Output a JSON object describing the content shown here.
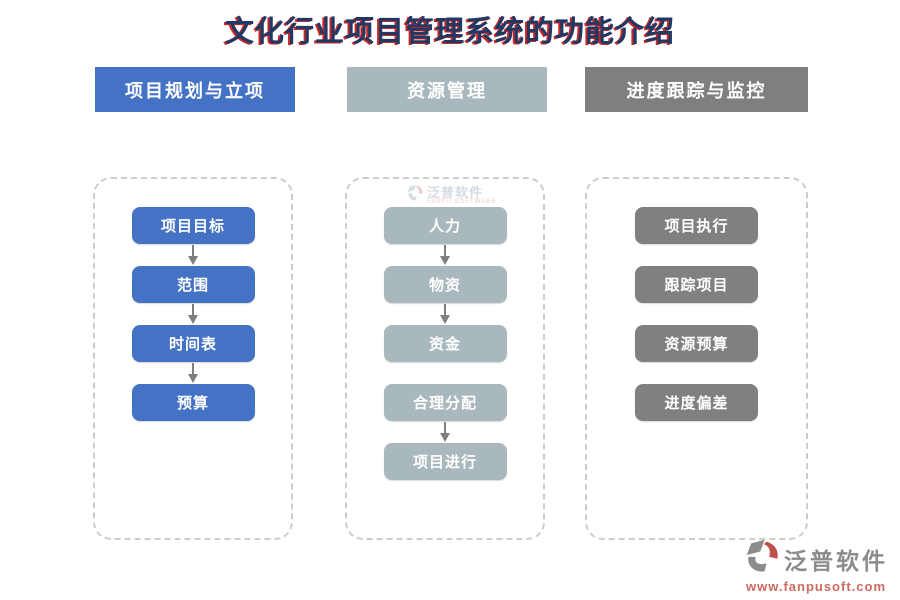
{
  "title": "文化行业项目管理系统的功能介绍",
  "title_color": "#1F3864",
  "title_shadow_color": "#C00000",
  "columns": [
    {
      "header": "项目规划与立项",
      "header_color": "#4472C4",
      "button_color": "#4472C4",
      "items": [
        {
          "label": "项目目标",
          "arrow_after": true
        },
        {
          "label": "范围",
          "arrow_after": true
        },
        {
          "label": "时间表",
          "arrow_after": true
        },
        {
          "label": "预算",
          "arrow_after": false
        }
      ]
    },
    {
      "header": "资源管理",
      "header_color": "#A8B8BC",
      "button_color": "#A8B8BC",
      "items": [
        {
          "label": "人力",
          "arrow_after": true
        },
        {
          "label": "物资",
          "arrow_after": true
        },
        {
          "label": "资金",
          "arrow_after": false
        },
        {
          "label": "合理分配",
          "arrow_after": true
        },
        {
          "label": "项目进行",
          "arrow_after": false
        }
      ]
    },
    {
      "header": "进度跟踪与监控",
      "header_color": "#7F7F7F",
      "button_color": "#808080",
      "items": [
        {
          "label": "项目执行",
          "arrow_after": false
        },
        {
          "label": "跟踪项目",
          "arrow_after": false
        },
        {
          "label": "资源预算",
          "arrow_after": false
        },
        {
          "label": "进度偏差",
          "arrow_after": false
        }
      ]
    }
  ],
  "arrow_color": "#7F7F7F",
  "watermark": {
    "text": "泛普软件",
    "subtext": "FANPU SOFTWARE"
  },
  "footer_logo": {
    "name": "泛普软件",
    "url": "www.fanpusoft.com",
    "name_color": "#8C8C8C",
    "url_color": "#CE6A5F"
  }
}
